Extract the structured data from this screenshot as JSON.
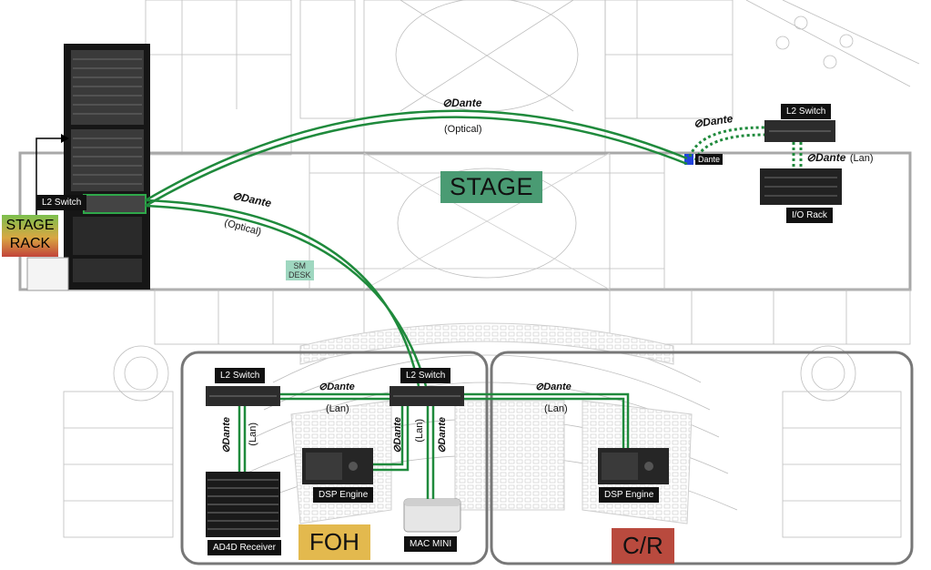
{
  "zones": {
    "stage": "STAGE",
    "stage_rack": [
      "STAGE",
      "RACK"
    ],
    "foh": "FOH",
    "control_room": "C/R"
  },
  "devices": {
    "l2_switch_rack": "L2 Switch",
    "l2_switch_stage": "L2 Switch",
    "l2_switch_foh_left": "L2 Switch",
    "l2_switch_foh_right": "L2 Switch",
    "io_rack": "I/O Rack",
    "dante_port": "Dante",
    "dsp_engine_foh": "DSP Engine",
    "dsp_engine_cr": "DSP Engine",
    "ad4d_receiver": "AD4D Receiver",
    "mac_mini": "MAC MINI",
    "sm_desk": [
      "SM",
      "DESK"
    ]
  },
  "links": {
    "dante_word": "Dante",
    "optical": "(Optical)",
    "lan": "(Lan)"
  },
  "colors": {
    "link_green": "#1f8a3c",
    "stage_label_bg": "#4a9b73",
    "foh_label_bg": "#e3b94e",
    "cr_label_bg": "#b94a3e",
    "rack_gradient_top": "#6fb24b",
    "rack_gradient_bottom": "#c24a3a",
    "zone_border": "#777777"
  }
}
